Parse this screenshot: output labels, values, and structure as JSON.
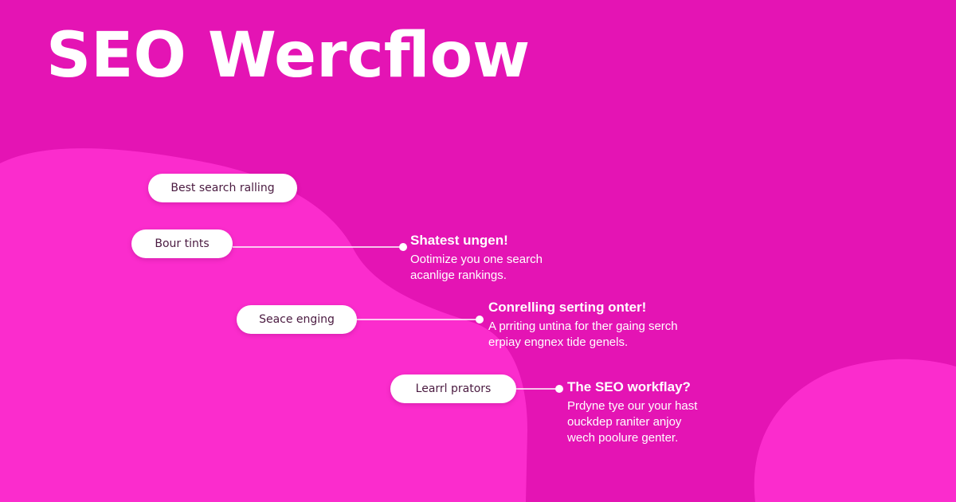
{
  "colors": {
    "background": "#e414b4",
    "blob_light": "#fb2ccd",
    "pill_bg": "#ffffff",
    "pill_text": "#4a1a40",
    "text": "#ffffff"
  },
  "title": "SEO Wercflow",
  "steps": [
    {
      "label": "Best search ralling"
    },
    {
      "label": "Bour tints",
      "heading": "Shatest ungen!",
      "lines": [
        "Ootimize you one search",
        "acanlige rankings."
      ]
    },
    {
      "label": "Seace enging",
      "heading": "Conrelling serting onter!",
      "lines": [
        "A prriting untina for ther gaing serch",
        "erpiay engnex tide genels."
      ]
    },
    {
      "label": "Learrl prators",
      "heading": "The SEO workflay?",
      "lines": [
        "Prdyne tye our your hast",
        "ouckdep raniter anjoy",
        "wech poolure genter."
      ]
    }
  ]
}
